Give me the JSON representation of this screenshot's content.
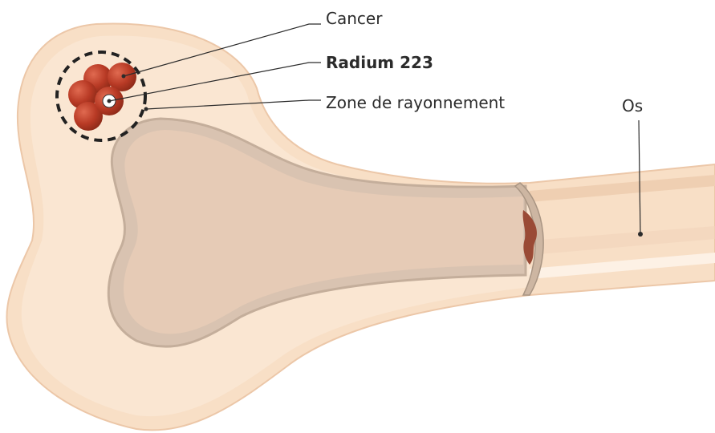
{
  "labels": {
    "cancer": "Cancer",
    "radium": "Radium 223",
    "zone": "Zone de rayonnement",
    "bone": "Os"
  },
  "colors": {
    "bone_outer": "#f7dcc3",
    "bone_outer_stroke": "#e9c3a3",
    "marrow": "#e4c9b4",
    "marrow_rim": "#c9b5a3",
    "shaft_band": "#ecd0b6",
    "cancer_cell": "#b83a25",
    "cancer_cell_light": "#d4573e",
    "radium_dot": "#ffffff",
    "leader": "#2b2b2b",
    "lesion": "#9a4a35"
  }
}
